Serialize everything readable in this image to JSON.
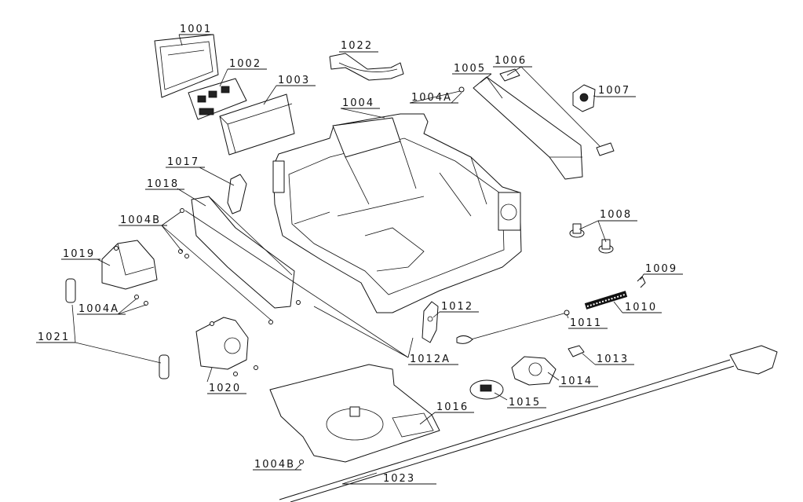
{
  "labels": {
    "p1001": "1001",
    "p1002": "1002",
    "p1003": "1003",
    "p1004": "1004",
    "p1004A_top": "1004A",
    "p1004A_left": "1004A",
    "p1004B_left": "1004B",
    "p1004B_bottom": "1004B",
    "p1005": "1005",
    "p1006": "1006",
    "p1007": "1007",
    "p1008": "1008",
    "p1009": "1009",
    "p1010": "1010",
    "p1011": "1011",
    "p1012": "1012",
    "p1012A": "1012A",
    "p1013": "1013",
    "p1014": "1014",
    "p1015": "1015",
    "p1016": "1016",
    "p1017": "1017",
    "p1018": "1018",
    "p1019": "1019",
    "p1020": "1020",
    "p1021": "1021",
    "p1022": "1022",
    "p1023": "1023"
  }
}
